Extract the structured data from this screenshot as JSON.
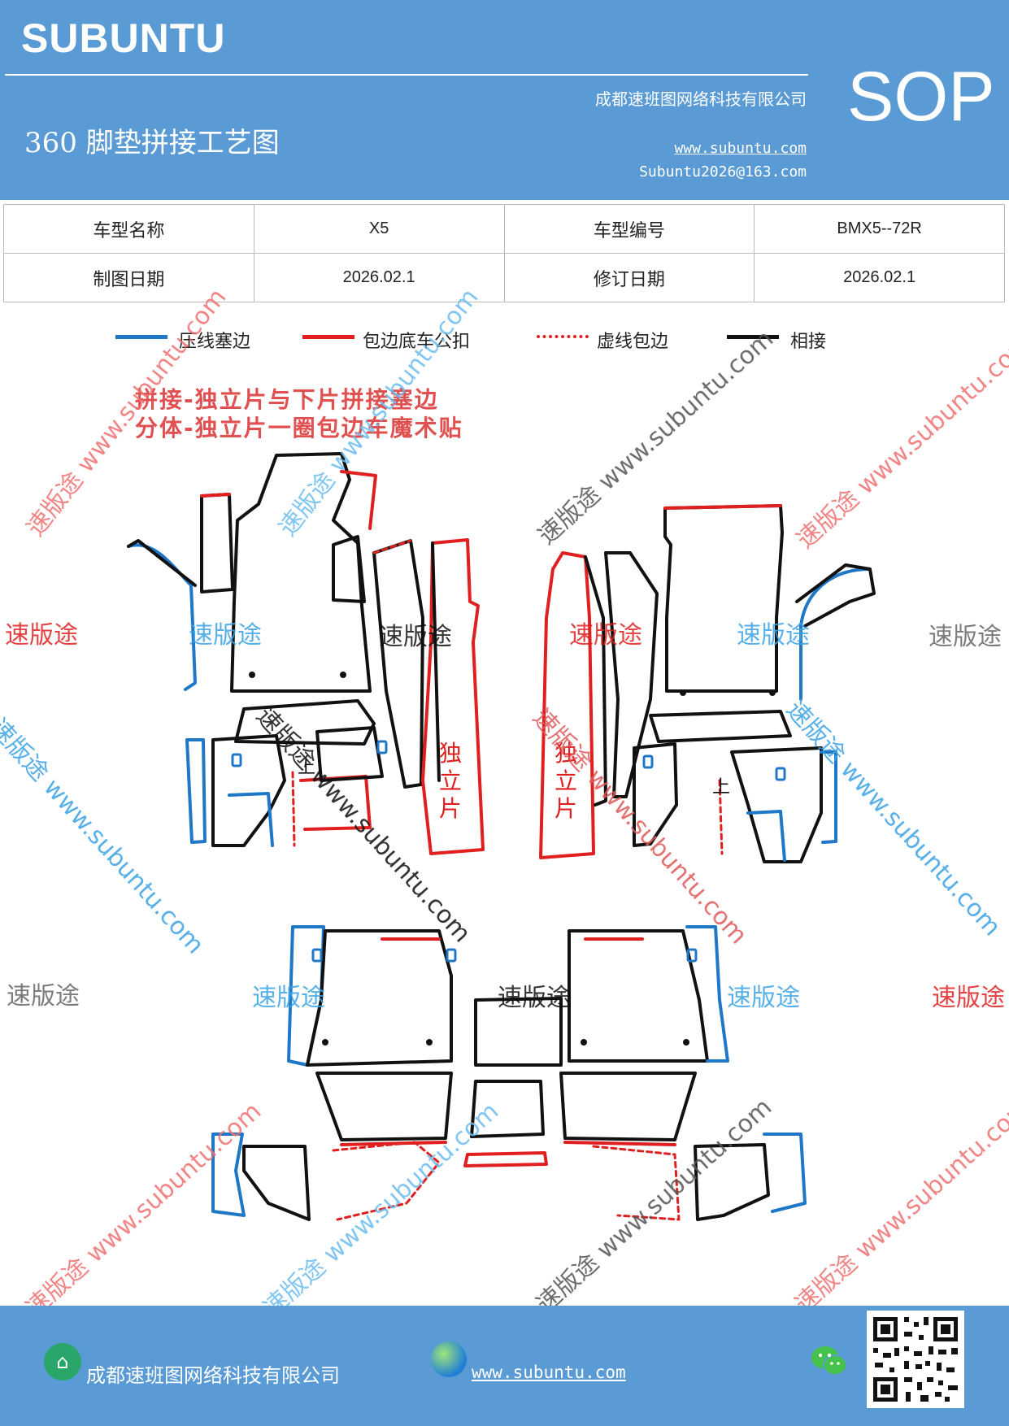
{
  "header": {
    "brand": "SUBUNTU",
    "sop": "SOP",
    "company": "成都速班图网络科技有限公司",
    "title": "360 脚垫拼接工艺图",
    "url": "www.subuntu.com",
    "email": "Subuntu2026@163.com"
  },
  "info": {
    "model_name_label": "车型名称",
    "model_name": "X5",
    "model_code_label": "车型编号",
    "model_code": "BMX5--72R",
    "draw_date_label": "制图日期",
    "draw_date": "2026.02.1",
    "rev_date_label": "修订日期",
    "rev_date": "2026.02.1"
  },
  "legend": [
    {
      "label": "压线塞边",
      "color": "#1f77c8",
      "style": "solid"
    },
    {
      "label": "包边底车公扣",
      "color": "#e02020",
      "style": "solid"
    },
    {
      "label": "虚线包边",
      "color": "#e02020",
      "style": "dashed"
    },
    {
      "label": "相接",
      "color": "#111111",
      "style": "solid"
    }
  ],
  "notes": [
    "拼接-独立片与下片拼接塞边",
    "分体-独立片一圈包边车魔术贴"
  ],
  "labels": {
    "indep_left": "独立片",
    "indep_right": "独立片",
    "up_left": "上",
    "up_right": "上"
  },
  "watermarks": {
    "brand_cn": "速版途",
    "brand_full": "速版途 www.subuntu.com",
    "url": "www.subuntu.com"
  },
  "footer": {
    "company": "成都速班图网络科技有限公司",
    "url": "www.subuntu.com"
  },
  "colors": {
    "header_bg": "#5b9bd5",
    "blue": "#1f77c8",
    "red": "#e02020",
    "black": "#111111"
  }
}
